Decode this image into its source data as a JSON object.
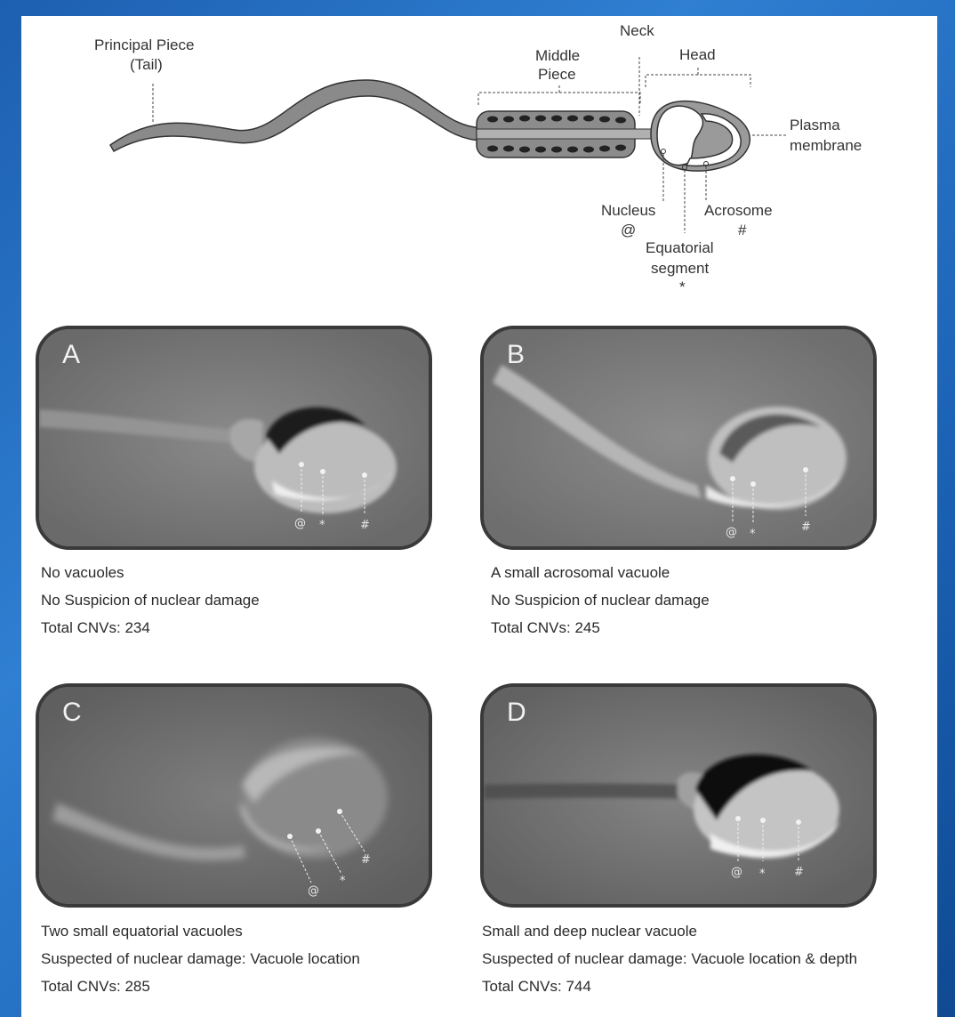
{
  "diagram": {
    "labels": {
      "principal_piece": "Principal Piece",
      "tail": "(Tail)",
      "middle": "Middle",
      "piece": "Piece",
      "neck": "Neck",
      "head": "Head",
      "plasma": "Plasma",
      "membrane": "membrane",
      "nucleus": "Nucleus",
      "nucleus_mark": "@",
      "acrosome": "Acrosome",
      "acrosome_mark": "#",
      "equatorial": "Equatorial",
      "segment": "segment",
      "equatorial_mark": "*"
    }
  },
  "markers": {
    "nucleus": "@",
    "equatorial": "*",
    "acrosome": "#"
  },
  "panels": [
    {
      "letter": "A",
      "lines": [
        "No vacuoles",
        "No Suspicion of nuclear damage",
        "Total CNVs: 234"
      ]
    },
    {
      "letter": "B",
      "lines": [
        "A small acrosomal vacuole",
        "No Suspicion of nuclear damage",
        "Total CNVs: 245"
      ]
    },
    {
      "letter": "C",
      "lines": [
        "Two small equatorial vacuoles",
        "Suspected of nuclear damage: Vacuole location",
        "Total CNVs: 285"
      ]
    },
    {
      "letter": "D",
      "lines": [
        "Small and deep nuclear vacuole",
        "Suspected of nuclear damage: Vacuole location & depth",
        "Total CNVs: 744"
      ]
    }
  ]
}
